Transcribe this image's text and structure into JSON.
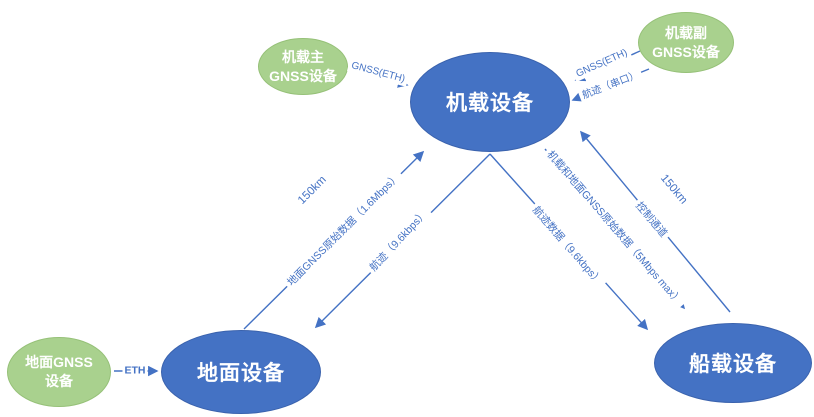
{
  "diagram_title": "",
  "colors": {
    "node_primary_blue": "#4472c4",
    "node_secondary_green": "#a9d18e",
    "edge_blue": "#4472c4",
    "node_text": "#ffffff"
  },
  "nodes": {
    "airborne": {
      "label": "机载设备"
    },
    "ground": {
      "label": "地面设备"
    },
    "ship": {
      "label": "船载设备"
    },
    "main_gnss": {
      "label": "机载主\nGNSS设备"
    },
    "aux_gnss": {
      "label": "机载副\nGNSS设备"
    },
    "ground_gnss": {
      "label": "地面GNSS\n设备"
    }
  },
  "edges": {
    "main_gnss_to_airborne": {
      "from": "机载主GNSS设备",
      "to": "机载设备",
      "label": "GNSS(ETH)"
    },
    "aux_gnss_to_airborne": {
      "from": "机载副GNSS设备",
      "to": "机载设备",
      "label": "GNSS(ETH)"
    },
    "aux_gnss_track_to_airborne": {
      "from": "机载副GNSS设备",
      "to": "机载设备",
      "label": "航迹（串口）"
    },
    "ground_gnss_to_ground": {
      "from": "地面GNSS设备",
      "to": "地面设备",
      "label": "ETH"
    },
    "ground_to_airborne": {
      "from": "地面设备",
      "to": "机载设备",
      "label": "地面GNSS原始数据（1.6Mbps）",
      "distance": "150km"
    },
    "airborne_to_ground": {
      "from": "机载设备",
      "to": "地面设备",
      "label": "航迹（9.6kbps）"
    },
    "airborne_to_ship_track": {
      "from": "机载设备",
      "to": "船载设备",
      "label": "航迹数据（9.6kbps）"
    },
    "airborne_to_ship_raw": {
      "from": "机载设备",
      "to": "船载设备",
      "label": "机载和地面GNSS原始数据（5Mbps max）"
    },
    "ship_to_airborne_control": {
      "from": "船载设备",
      "to": "机载设备",
      "label": "控制通道",
      "distance": "150km"
    }
  }
}
